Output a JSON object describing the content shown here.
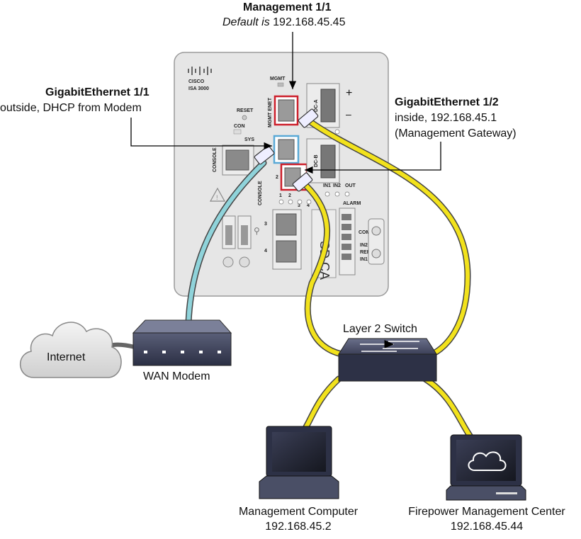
{
  "labels": {
    "mgmt_title": "Management 1/1",
    "mgmt_default_prefix": "Default is",
    "mgmt_default_ip": "192.168.45.45",
    "ge11_title": "GigabitEthernet 1/1",
    "ge11_desc": "outside, DHCP from Modem",
    "ge12_title": "GigabitEthernet 1/2",
    "ge12_desc1": "inside, 192.168.45.1",
    "ge12_desc2": "(Management Gateway)",
    "internet": "Internet",
    "wan_modem": "WAN Modem",
    "layer2_switch": "Layer 2 Switch",
    "mgmt_computer": "Management Computer",
    "mgmt_computer_ip": "192.168.45.2",
    "fmc": "Firepower Management Center",
    "fmc_ip": "192.168.45.44"
  },
  "device": {
    "brand": "CISCO",
    "model": "ISA 3000",
    "mgmt": "MGMT",
    "mgmt_enet": "MGMT ENET",
    "reset": "RESET",
    "con": "CON",
    "sys": "SYS",
    "console": "CONSOLE",
    "console2": "CONSOLE",
    "dc_a": "DC-A",
    "dc_b": "DC-B",
    "plus": "+",
    "minus": "–",
    "in1": "IN1",
    "in2": "IN2",
    "out": "OUT",
    "alarm": "ALARM",
    "com": "COM",
    "in2b": "IN2",
    "ref": "REF",
    "in1b": "IN1",
    "p1": "1",
    "p2": "2",
    "p3": "3",
    "p4": "4",
    "port2": "2",
    "usb1": "1",
    "usb2": "2",
    "sd": "SD CA"
  },
  "colors": {
    "yellow_cable": "#f2e21c",
    "blue_cable": "#8fd3da",
    "highlight_red": "#cc1f2b",
    "highlight_blue": "#5aa9d6",
    "device_body": "#e6e6e6"
  }
}
